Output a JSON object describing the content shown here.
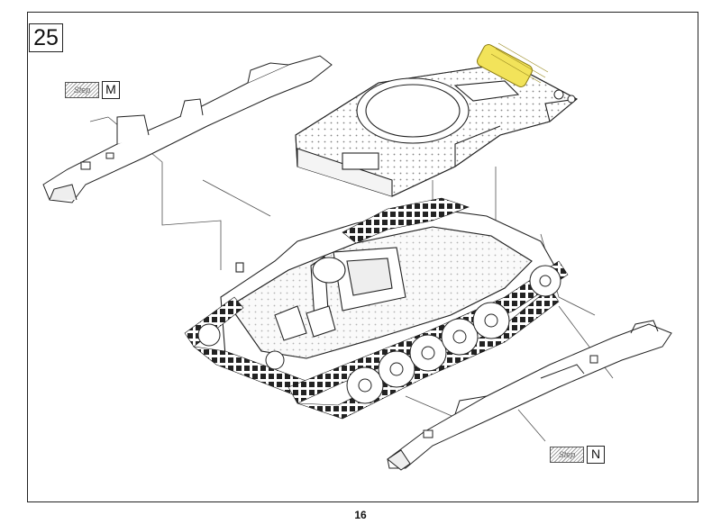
{
  "page": {
    "step_number": "25",
    "page_number": "16"
  },
  "callouts": [
    {
      "hatch_text": "Step",
      "letter": "M"
    },
    {
      "hatch_text": "Step",
      "letter": "N"
    }
  ],
  "colors": {
    "highlight": "#f2e35a",
    "line": "#222222"
  }
}
